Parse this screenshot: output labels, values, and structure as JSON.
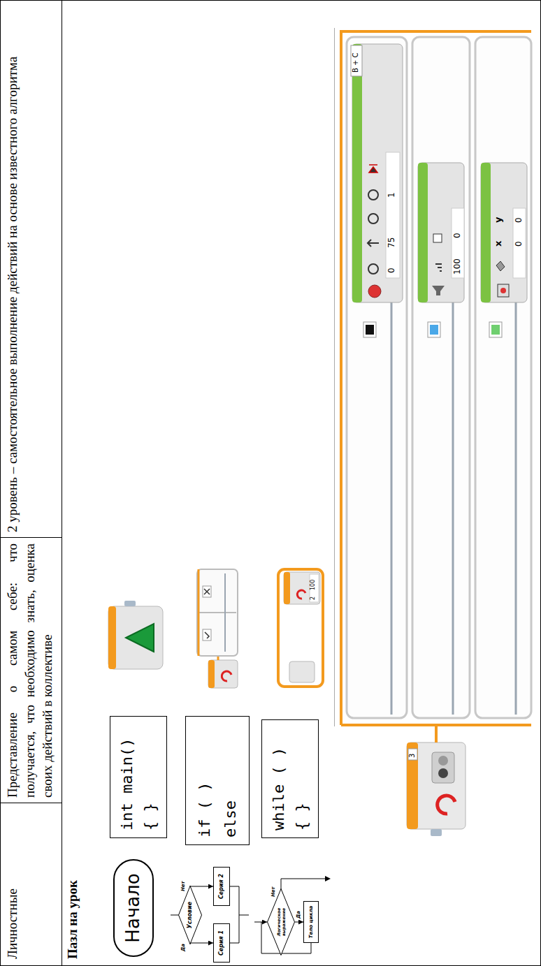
{
  "diagram": {
    "nodes": [
      {
        "text": [
          "Начало"
        ]
      },
      {
        "text": [
          "int main()",
          "{ }"
        ]
      },
      {
        "text": [
          "Условие"
        ]
      },
      {
        "text": [
          "Серия 1"
        ]
      },
      {
        "text": [
          "Серия 2"
        ]
      },
      {
        "text": [
          "if ( )",
          "else"
        ]
      },
      {
        "text": [
          "Логическое выражение"
        ]
      },
      {
        "text": [
          "Тело цикла"
        ]
      },
      {
        "text": [
          "while ( )",
          "{ }"
        ]
      }
    ],
    "edges": [
      {
        "from": 2,
        "to": 3,
        "arrow": "to",
        "label": "Да"
      },
      {
        "from": 2,
        "to": 4,
        "arrow": "to",
        "label": "Нет"
      },
      {
        "from": 6,
        "to": 7,
        "arrow": "to",
        "label": "Да"
      },
      {
        "from": 7,
        "to": 6,
        "arrow": "to"
      }
    ],
    "labels": [
      "Личностные",
      "Представление о самом себе: что получается, что необходимо знать, оценка своих действий в коллективе",
      "2 уровень – самостоятельное выполнение действий на основе известного алгоритма",
      "Пазл на урок",
      "Нет",
      "2",
      "100",
      "3",
      "B + C",
      "0",
      "75",
      "1",
      "100",
      "0",
      "x",
      "y",
      "0",
      "0"
    ]
  }
}
